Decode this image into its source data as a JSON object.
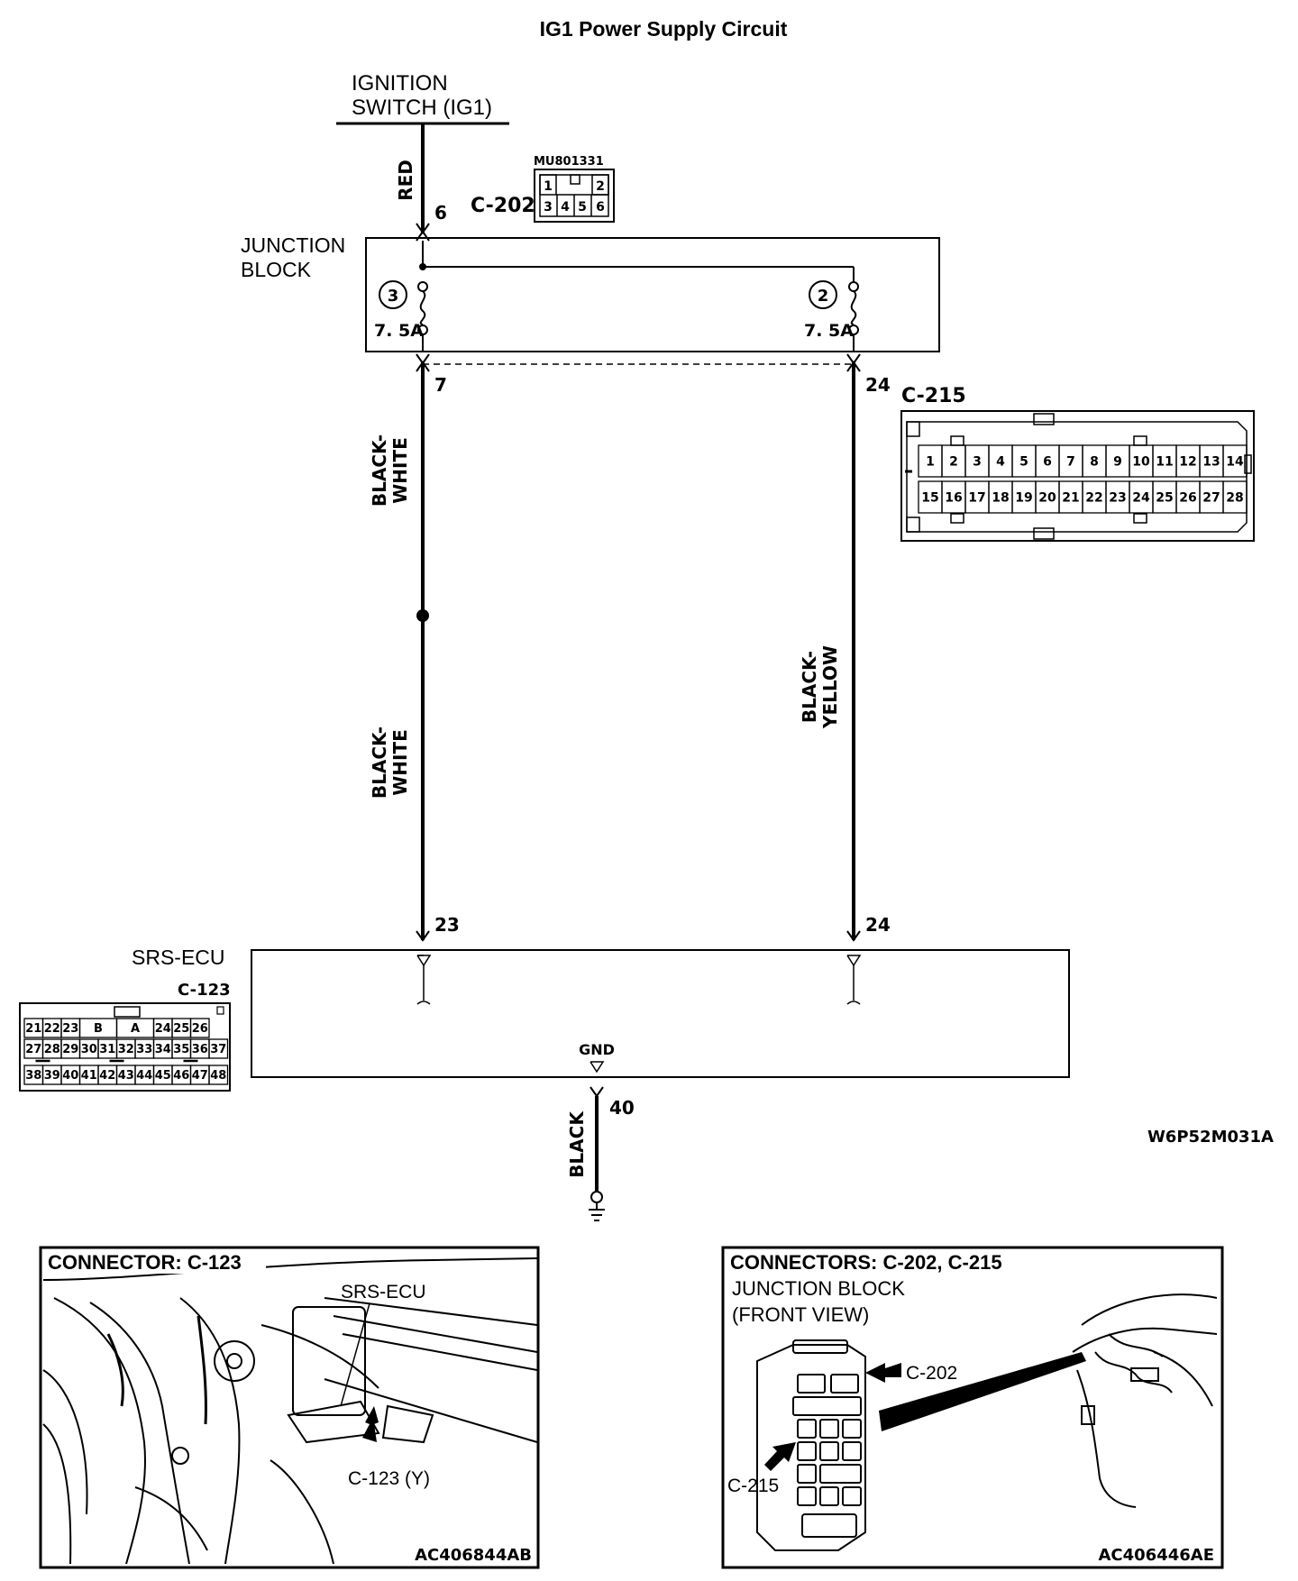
{
  "title": "IG1 Power Supply Circuit",
  "ignition_switch": {
    "line1": "IGNITION",
    "line2": "SWITCH (IG1)"
  },
  "junction_block": {
    "line1": "JUNCTION",
    "line2": "BLOCK",
    "fuse_left_no": "3",
    "fuse_left_rating": "7. 5A",
    "fuse_right_no": "2",
    "fuse_right_rating": "7. 5A"
  },
  "connector_c202": {
    "label": "C-202",
    "part_no": "MU801331",
    "pins_top": [
      "1",
      "2"
    ],
    "pins_bottom": [
      "3",
      "4",
      "5",
      "6"
    ]
  },
  "connector_c215": {
    "label": "C-215",
    "pins_row1": [
      "1",
      "2",
      "3",
      "4",
      "5",
      "6",
      "7",
      "8",
      "9",
      "10",
      "11",
      "12",
      "13",
      "14"
    ],
    "pins_row2": [
      "15",
      "16",
      "17",
      "18",
      "19",
      "20",
      "21",
      "22",
      "23",
      "24",
      "25",
      "26",
      "27",
      "28"
    ]
  },
  "wires": {
    "red": {
      "color": "RED",
      "pin_in": "6"
    },
    "left": {
      "color_line1": "BLACK-",
      "color_line2": "WHITE",
      "pin_out": "7",
      "pin_ecu": "23"
    },
    "right": {
      "color_line1": "BLACK-",
      "color_line2": "YELLOW",
      "pin_out": "24",
      "pin_ecu": "24"
    },
    "ground": {
      "color": "BLACK",
      "pin": "40"
    }
  },
  "srs_ecu": {
    "label": "SRS-ECU",
    "gnd_label": "GND"
  },
  "connector_c123": {
    "label": "C-123",
    "row1": [
      "21",
      "22",
      "23",
      "B",
      "A",
      "24",
      "25",
      "26"
    ],
    "row2": [
      "27",
      "28",
      "29",
      "30",
      "31",
      "32",
      "33",
      "34",
      "35",
      "36",
      "37"
    ],
    "row3": [
      "38",
      "39",
      "40",
      "41",
      "42",
      "43",
      "44",
      "45",
      "46",
      "47",
      "48"
    ]
  },
  "diagram_code": "W6P52M031A",
  "panel_left": {
    "title": "CONNECTOR: C-123",
    "callout_ecu": "SRS-ECU",
    "callout_conn": "C-123 (Y)",
    "code": "AC406844AB"
  },
  "panel_right": {
    "title": "CONNECTORS: C-202, C-215",
    "subtitle1": "JUNCTION BLOCK",
    "subtitle2": "(FRONT VIEW)",
    "callout_c202": "C-202",
    "callout_c215": "C-215",
    "code": "AC406446AE"
  }
}
